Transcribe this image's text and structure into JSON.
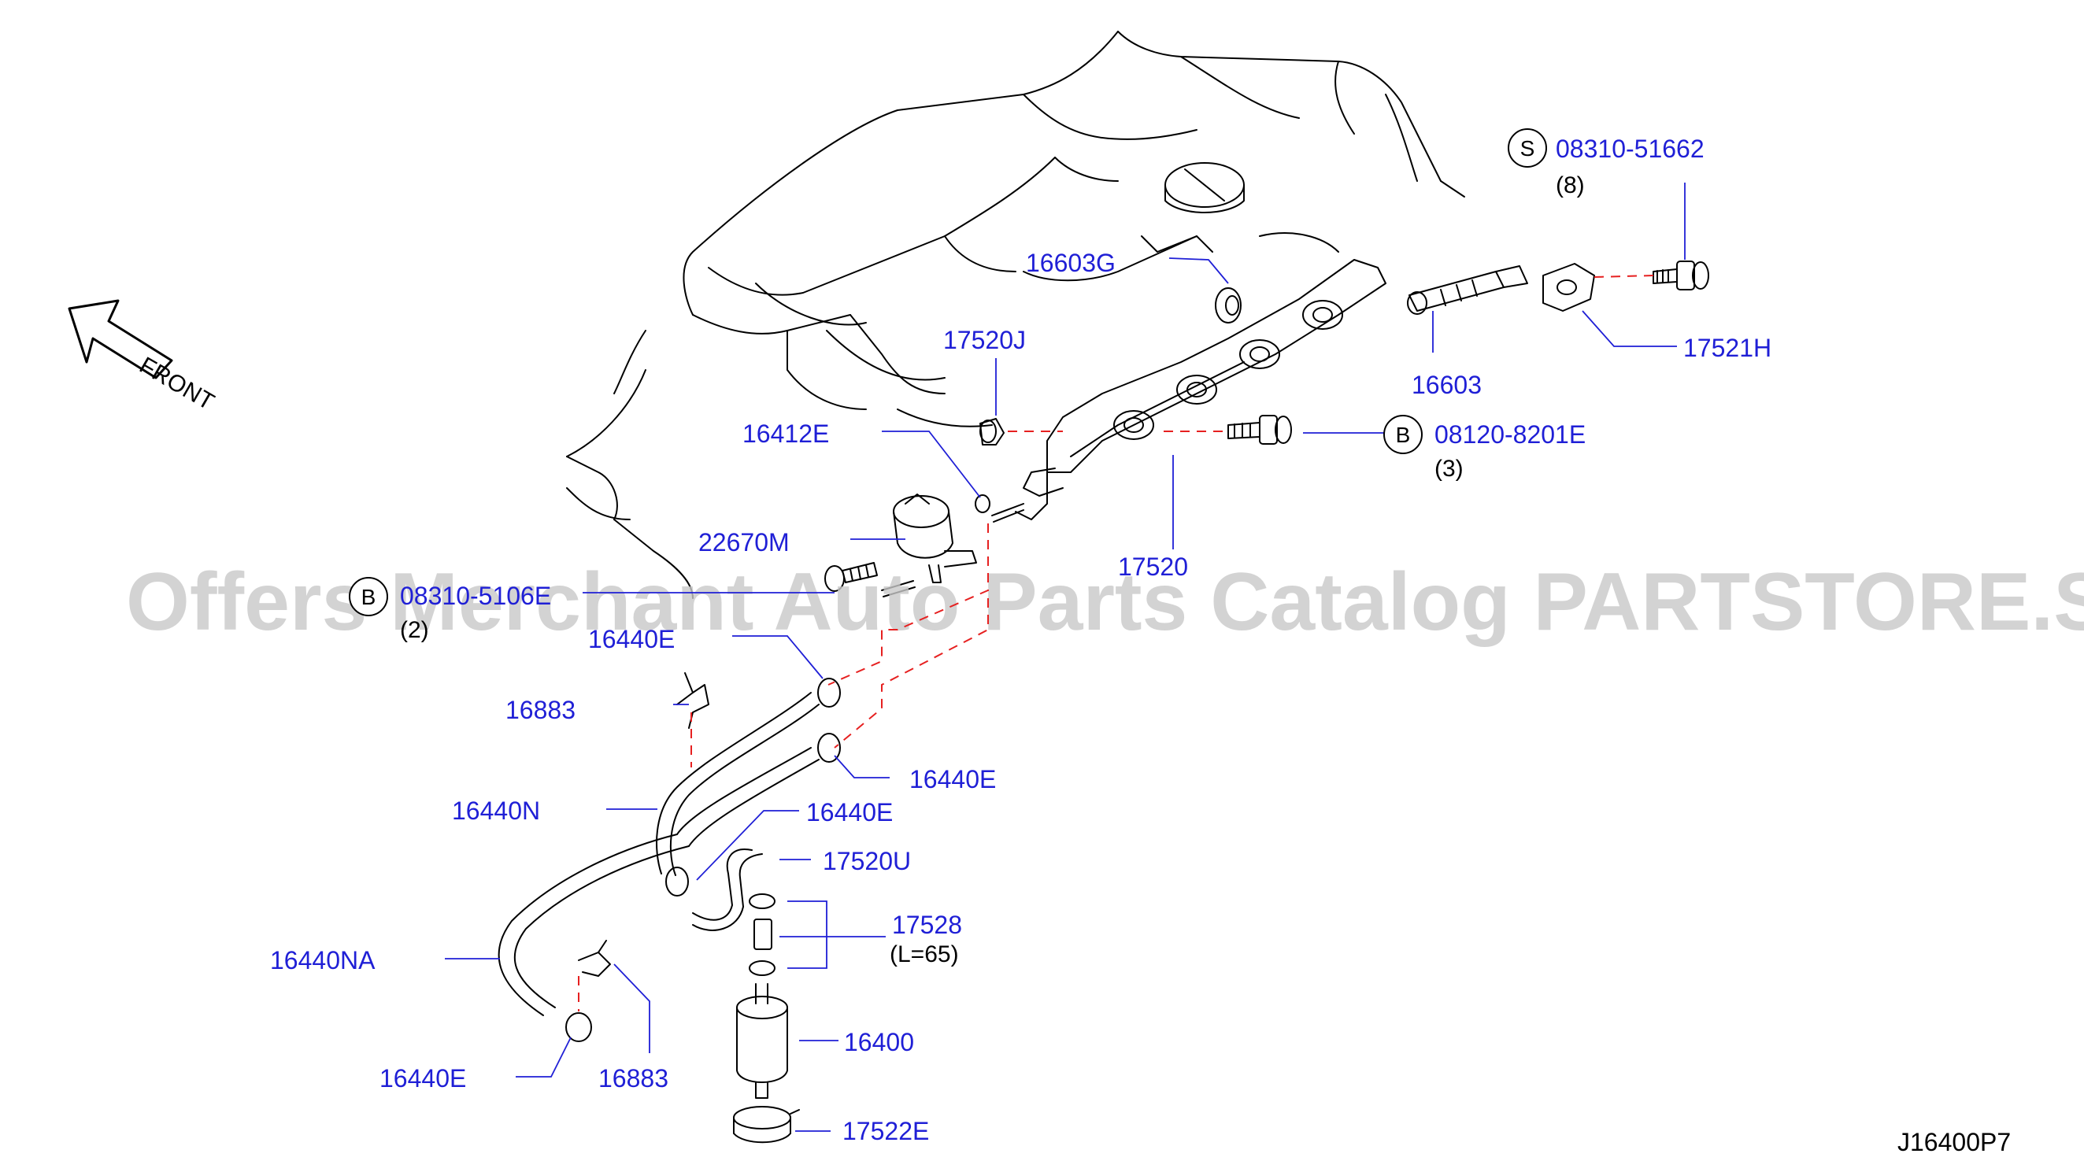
{
  "colors": {
    "callout": "#1f1fd6",
    "leader": "#1f1fd6",
    "dashed": "#e62020",
    "line": "#000000",
    "watermark": "#c8c8c8",
    "qty": "#000000"
  },
  "front_label": "FRONT",
  "watermark": "Offers Merchant Auto Parts Catalog PARTSTORE.SA",
  "diagram_code": "J16400P7",
  "callouts": {
    "p16603G": "16603G",
    "p17520J": "17520J",
    "p16412E": "16412E",
    "p22670M": "22670M",
    "p16440E_a": "16440E",
    "p16883_a": "16883",
    "p16440E_b": "16440E",
    "p16440N": "16440N",
    "p16440E_c": "16440E",
    "p17520U": "17520U",
    "p17528": "17528",
    "p16440NA": "16440NA",
    "p16400": "16400",
    "p16440E_d": "16440E",
    "p16883_b": "16883",
    "p17522E": "17522E",
    "p16603": "16603",
    "p17521H": "17521H",
    "p17520": "17520",
    "pS": "08310-51662",
    "pB1": "08120-8201E",
    "pB2": "08310-5106E"
  },
  "quantities": {
    "q8": "(8)",
    "q3": "(3)",
    "q2": "(2)",
    "len": "(L=65)"
  },
  "symbols": {
    "S": "S",
    "B1": "B",
    "B2": "B"
  }
}
